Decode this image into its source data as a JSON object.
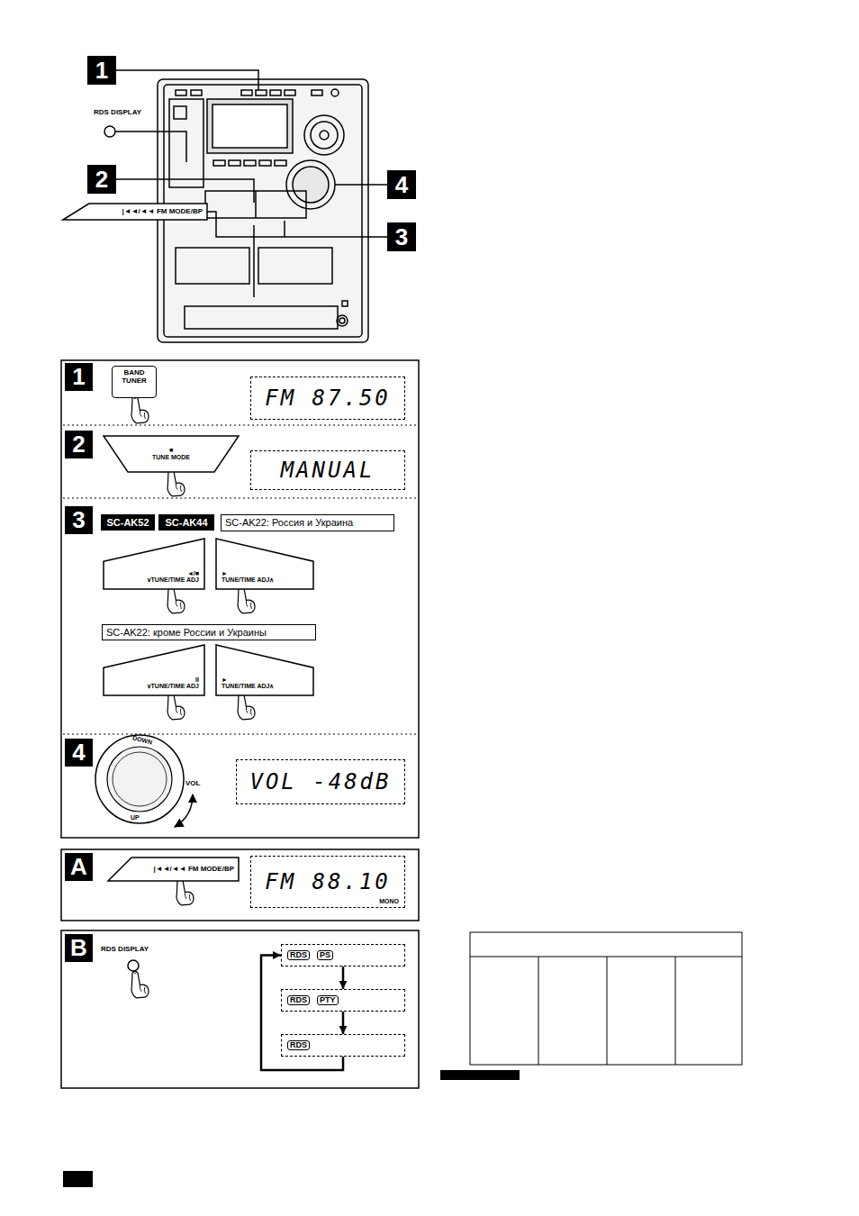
{
  "diagram": {
    "nodes": [
      {
        "text": [
          "1"
        ]
      },
      {
        "text": [
          "2"
        ]
      },
      {
        "text": [
          "4"
        ]
      },
      {
        "text": [
          "3"
        ]
      },
      {
        "text": [
          "|◄◄/◄◄ FM MODE/BP"
        ]
      },
      {
        "text": [
          "1"
        ]
      },
      {
        "text": [
          "BAND TUNER"
        ]
      },
      {
        "text": [
          "FM 87.50"
        ]
      },
      {
        "text": [
          "2"
        ]
      },
      {
        "text": [
          "■",
          "TUNE MODE"
        ]
      },
      {
        "text": [
          "MANUAL"
        ]
      },
      {
        "text": [
          "3"
        ]
      },
      {
        "text": [
          "SC-AK52"
        ]
      },
      {
        "text": [
          "SC-AK44"
        ]
      },
      {
        "text": [
          "SC-AK22: Россия и Украина"
        ]
      },
      {
        "text": [
          "◄/■",
          "∨TUNE/TIME ADJ"
        ]
      },
      {
        "text": [
          "►",
          "TUNE/TIME ADJ∧"
        ]
      },
      {
        "text": [
          "SC-AK22: кроме России и Украины"
        ]
      },
      {
        "text": [
          "II",
          "∨TUNE/TIME ADJ"
        ]
      },
      {
        "text": [
          "►",
          "TUNE/TIME ADJ∧"
        ]
      },
      {
        "text": [
          "4"
        ]
      },
      {
        "text": [
          "DOWN",
          "UP"
        ]
      },
      {
        "text": [
          "VOL -48dB"
        ]
      },
      {
        "text": [
          "A"
        ]
      },
      {
        "text": [
          "|◄◄/◄◄ FM MODE/BP"
        ]
      },
      {
        "text": [
          "FM 88.10",
          "MONO"
        ]
      },
      {
        "text": [
          "B"
        ]
      },
      {
        "text": [
          "RDS",
          "PS"
        ]
      },
      {
        "text": [
          "RDS",
          "PTY"
        ]
      },
      {
        "text": [
          "RDS"
        ]
      }
    ],
    "edges": [
      {
        "from": 27,
        "to": 28,
        "arrow": "to"
      },
      {
        "from": 28,
        "to": 29,
        "arrow": "to"
      },
      {
        "from": 29,
        "to": 27,
        "arrow": "to"
      }
    ],
    "labels": [
      "RDS DISPLAY",
      "VOL",
      "RDS DISPLAY"
    ]
  }
}
